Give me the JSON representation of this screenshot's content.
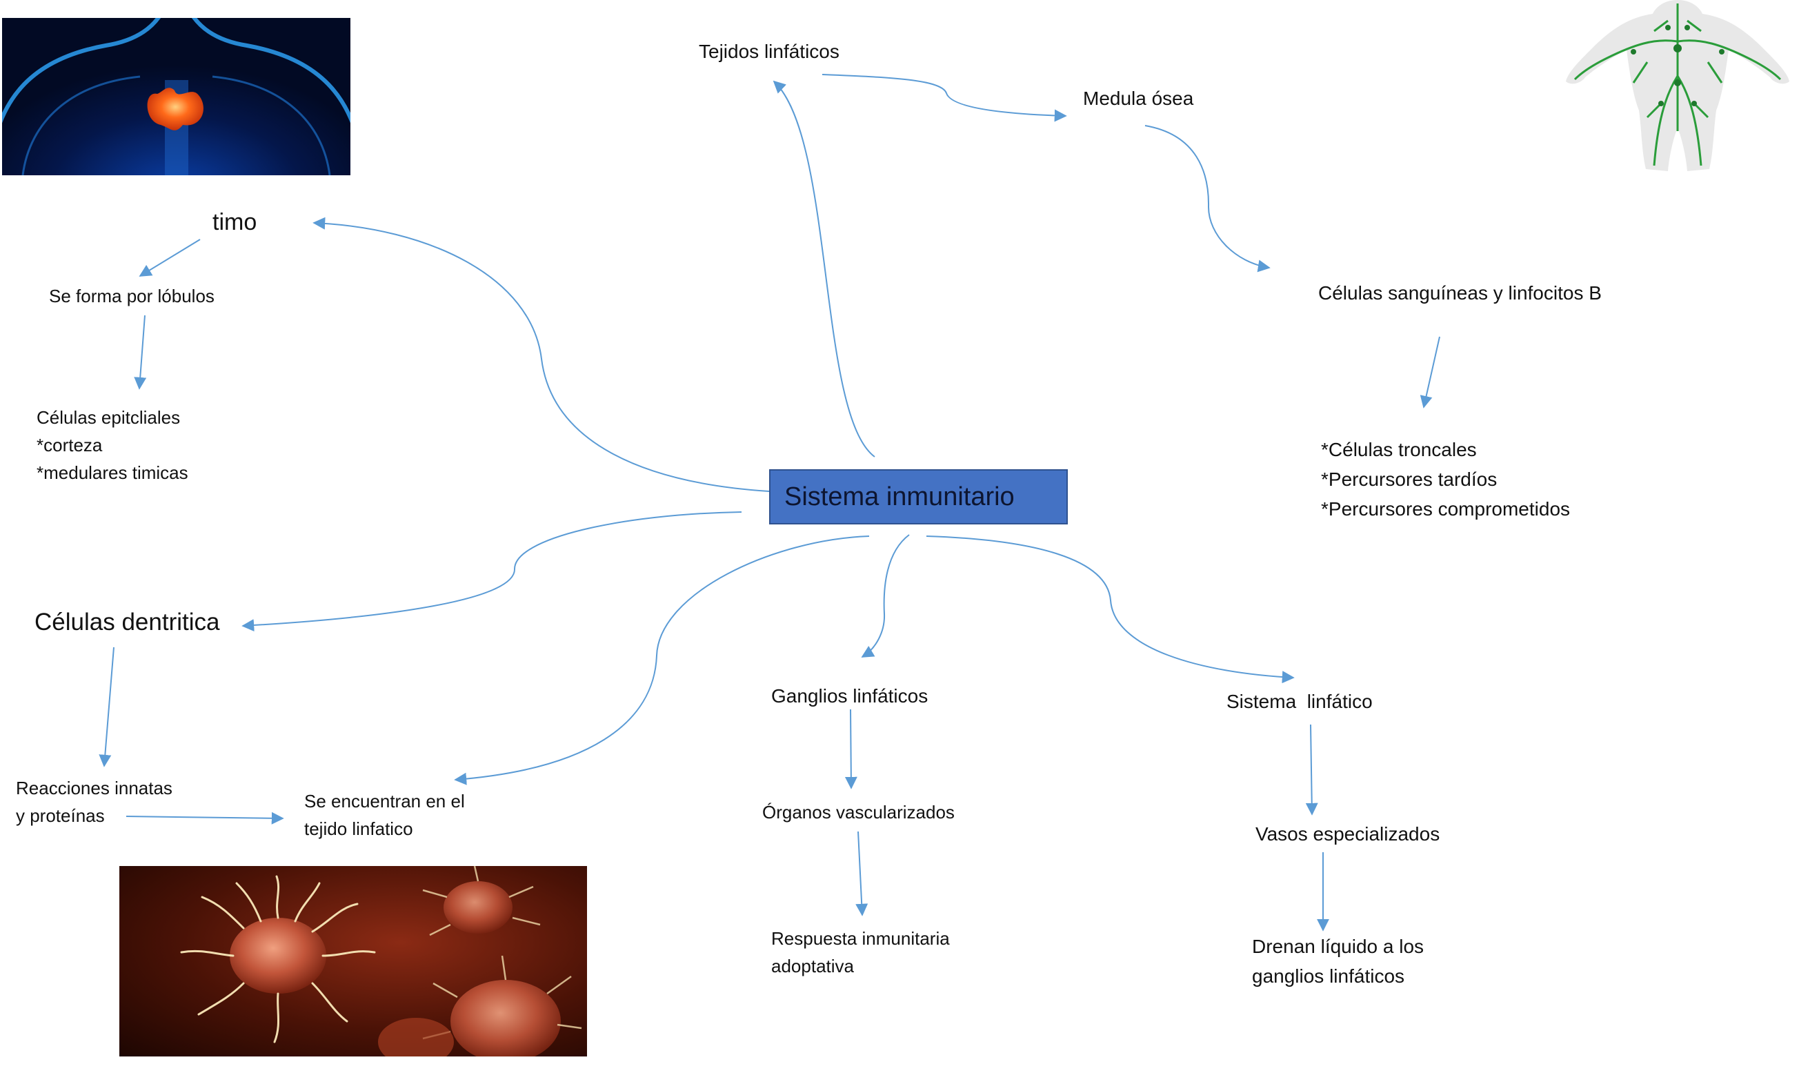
{
  "central": "Sistema inmunitario",
  "nodes": {
    "tejidos": "Tejidos linfáticos",
    "medula": "Medula ósea",
    "celulas_sanguineas": "Células sanguíneas y linfocitos B",
    "troncales": [
      "*Células troncales",
      "*Percursores tardíos",
      "*Percursores comprometidos"
    ],
    "timo": "timo",
    "lobulos": "Se forma por lóbulos",
    "epiteliales": [
      "Células epitcliales",
      "*corteza",
      "*medulares timicas"
    ],
    "dendritica": "Células dentritica",
    "reacciones": [
      "Reacciones innatas",
      "y proteínas"
    ],
    "encuentran": [
      "Se encuentran en el",
      "tejido linfatico"
    ],
    "ganglios": "Ganglios linfáticos",
    "organos": "Órganos vascularizados",
    "respuesta": [
      "Respuesta inmunitaria",
      "adoptativa"
    ],
    "sistema_linfatico": "Sistema  linfático",
    "vasos": "Vasos especializados",
    "drenan": [
      "Drenan líquido a los",
      "ganglios linfáticos"
    ]
  },
  "colors": {
    "central_fill": "#4472c4",
    "connector": "#5b9bd5"
  }
}
